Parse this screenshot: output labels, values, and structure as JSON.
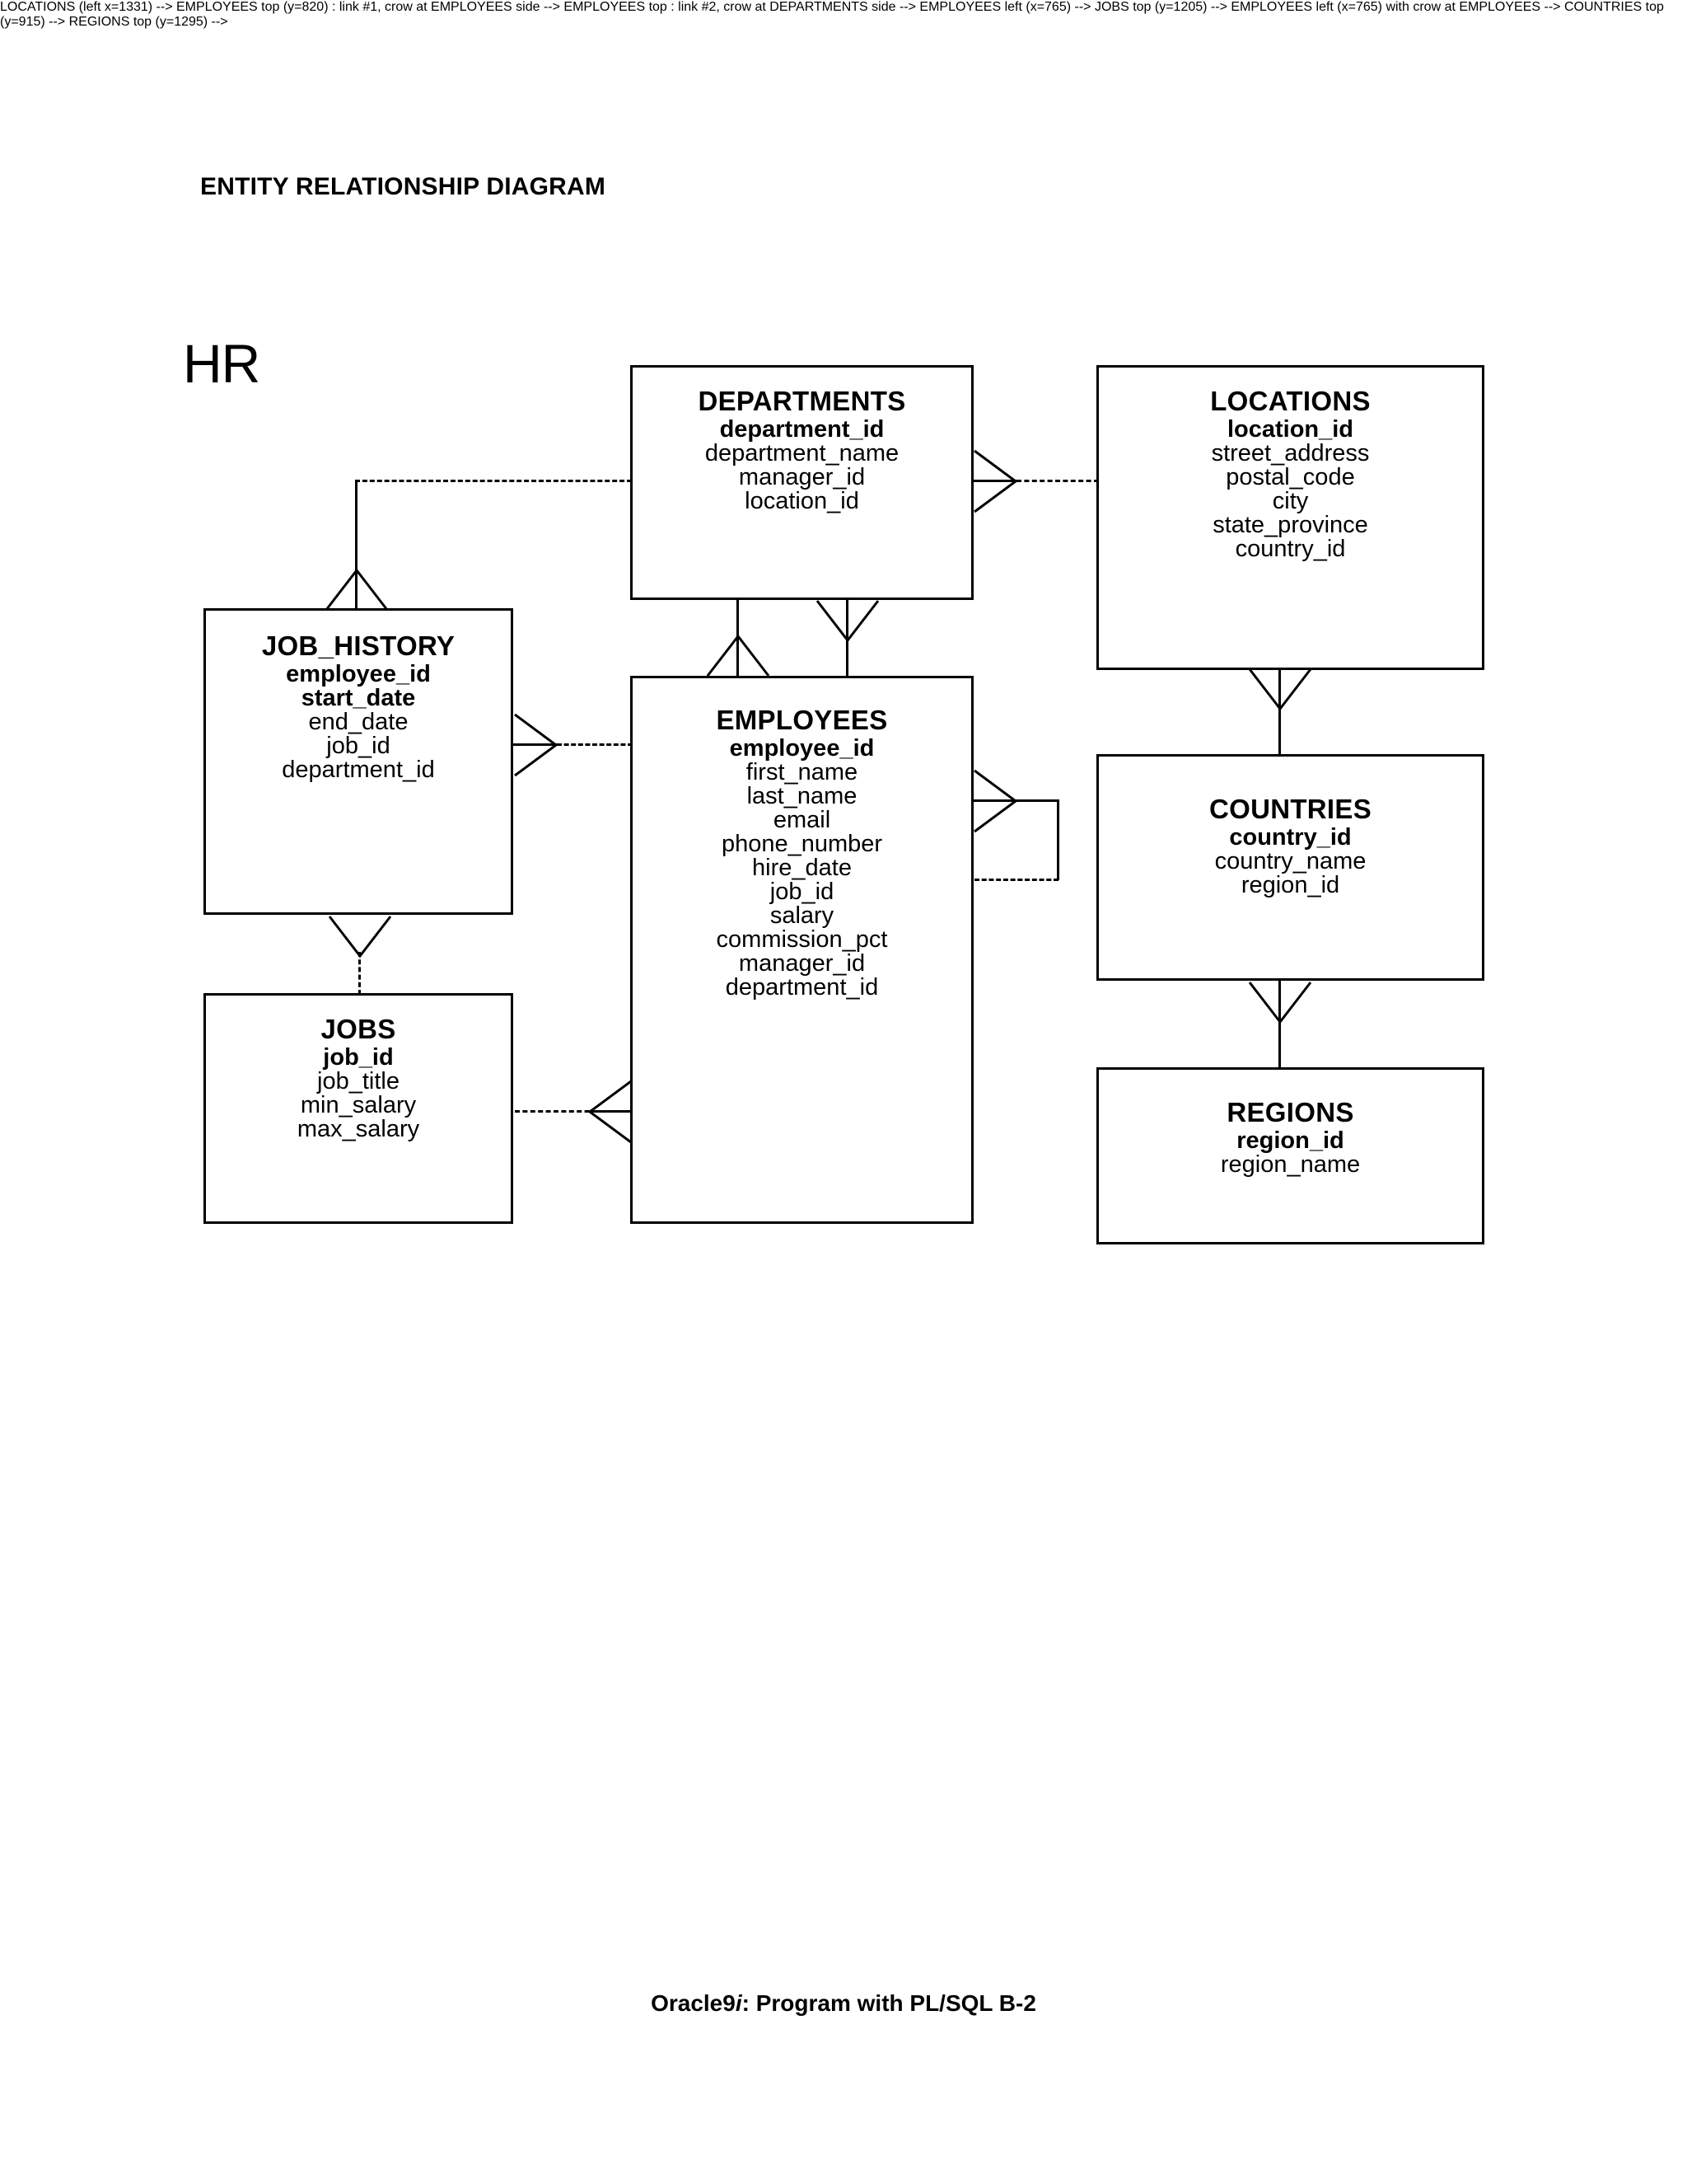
{
  "document": {
    "title": "ENTITY RELATIONSHIP DIAGRAM",
    "schema_label": "HR",
    "footer": {
      "prefix": "Oracle9",
      "italic": "i",
      "suffix": ": Program with PL/SQL B-2"
    }
  },
  "entities": {
    "departments": {
      "name": "DEPARTMENTS",
      "attributes": [
        {
          "label": "department_id",
          "key": true
        },
        {
          "label": "department_name",
          "key": false
        },
        {
          "label": "manager_id",
          "key": false
        },
        {
          "label": "location_id",
          "key": false
        }
      ]
    },
    "locations": {
      "name": "LOCATIONS",
      "attributes": [
        {
          "label": "location_id",
          "key": true
        },
        {
          "label": "street_address",
          "key": false
        },
        {
          "label": "postal_code",
          "key": false
        },
        {
          "label": "city",
          "key": false
        },
        {
          "label": "state_province",
          "key": false
        },
        {
          "label": "country_id",
          "key": false
        }
      ]
    },
    "job_history": {
      "name": "JOB_HISTORY",
      "attributes": [
        {
          "label": "employee_id",
          "key": true
        },
        {
          "label": "start_date",
          "key": true
        },
        {
          "label": "end_date",
          "key": false
        },
        {
          "label": "job_id",
          "key": false
        },
        {
          "label": "department_id",
          "key": false
        }
      ]
    },
    "employees": {
      "name": "EMPLOYEES",
      "attributes": [
        {
          "label": "employee_id",
          "key": true
        },
        {
          "label": "first_name",
          "key": false
        },
        {
          "label": "last_name",
          "key": false
        },
        {
          "label": "email",
          "key": false
        },
        {
          "label": "phone_number",
          "key": false
        },
        {
          "label": "hire_date",
          "key": false
        },
        {
          "label": "job_id",
          "key": false
        },
        {
          "label": "salary",
          "key": false
        },
        {
          "label": "commission_pct",
          "key": false
        },
        {
          "label": "manager_id",
          "key": false
        },
        {
          "label": "department_id",
          "key": false
        }
      ]
    },
    "jobs": {
      "name": "JOBS",
      "attributes": [
        {
          "label": "job_id",
          "key": true
        },
        {
          "label": "job_title",
          "key": false
        },
        {
          "label": "min_salary",
          "key": false
        },
        {
          "label": "max_salary",
          "key": false
        }
      ]
    },
    "countries": {
      "name": "COUNTRIES",
      "attributes": [
        {
          "label": "country_id",
          "key": true
        },
        {
          "label": "country_name",
          "key": false
        },
        {
          "label": "region_id",
          "key": false
        }
      ]
    },
    "regions": {
      "name": "REGIONS",
      "attributes": [
        {
          "label": "region_id",
          "key": true
        },
        {
          "label": "region_name",
          "key": false
        }
      ]
    }
  },
  "relationships": [
    {
      "id": "dept-loc",
      "from": "departments",
      "to": "locations",
      "style": "dashed",
      "many_end": "departments"
    },
    {
      "id": "dept-jobhist",
      "from": "departments",
      "to": "job_history",
      "style": "dashed",
      "many_end": "job_history"
    },
    {
      "id": "dept-emp-1",
      "from": "departments",
      "to": "employees",
      "style": "solid",
      "many_end": "employees"
    },
    {
      "id": "dept-emp-2",
      "from": "employees",
      "to": "departments",
      "style": "solid",
      "many_end": "departments"
    },
    {
      "id": "jobhist-emp",
      "from": "job_history",
      "to": "employees",
      "style": "dashed",
      "many_end": "job_history"
    },
    {
      "id": "jobhist-jobs",
      "from": "job_history",
      "to": "jobs",
      "style": "dashed",
      "many_end": "job_history"
    },
    {
      "id": "jobs-emp",
      "from": "jobs",
      "to": "employees",
      "style": "dashed",
      "many_end": "employees"
    },
    {
      "id": "emp-emp",
      "from": "employees",
      "to": "employees",
      "style": "dashed",
      "many_end": "employees"
    },
    {
      "id": "loc-country",
      "from": "locations",
      "to": "countries",
      "style": "solid",
      "many_end": "locations"
    },
    {
      "id": "country-region",
      "from": "countries",
      "to": "regions",
      "style": "solid",
      "many_end": "countries"
    }
  ],
  "colors": {
    "stroke": "#000000",
    "background": "#ffffff",
    "text": "#000000"
  }
}
